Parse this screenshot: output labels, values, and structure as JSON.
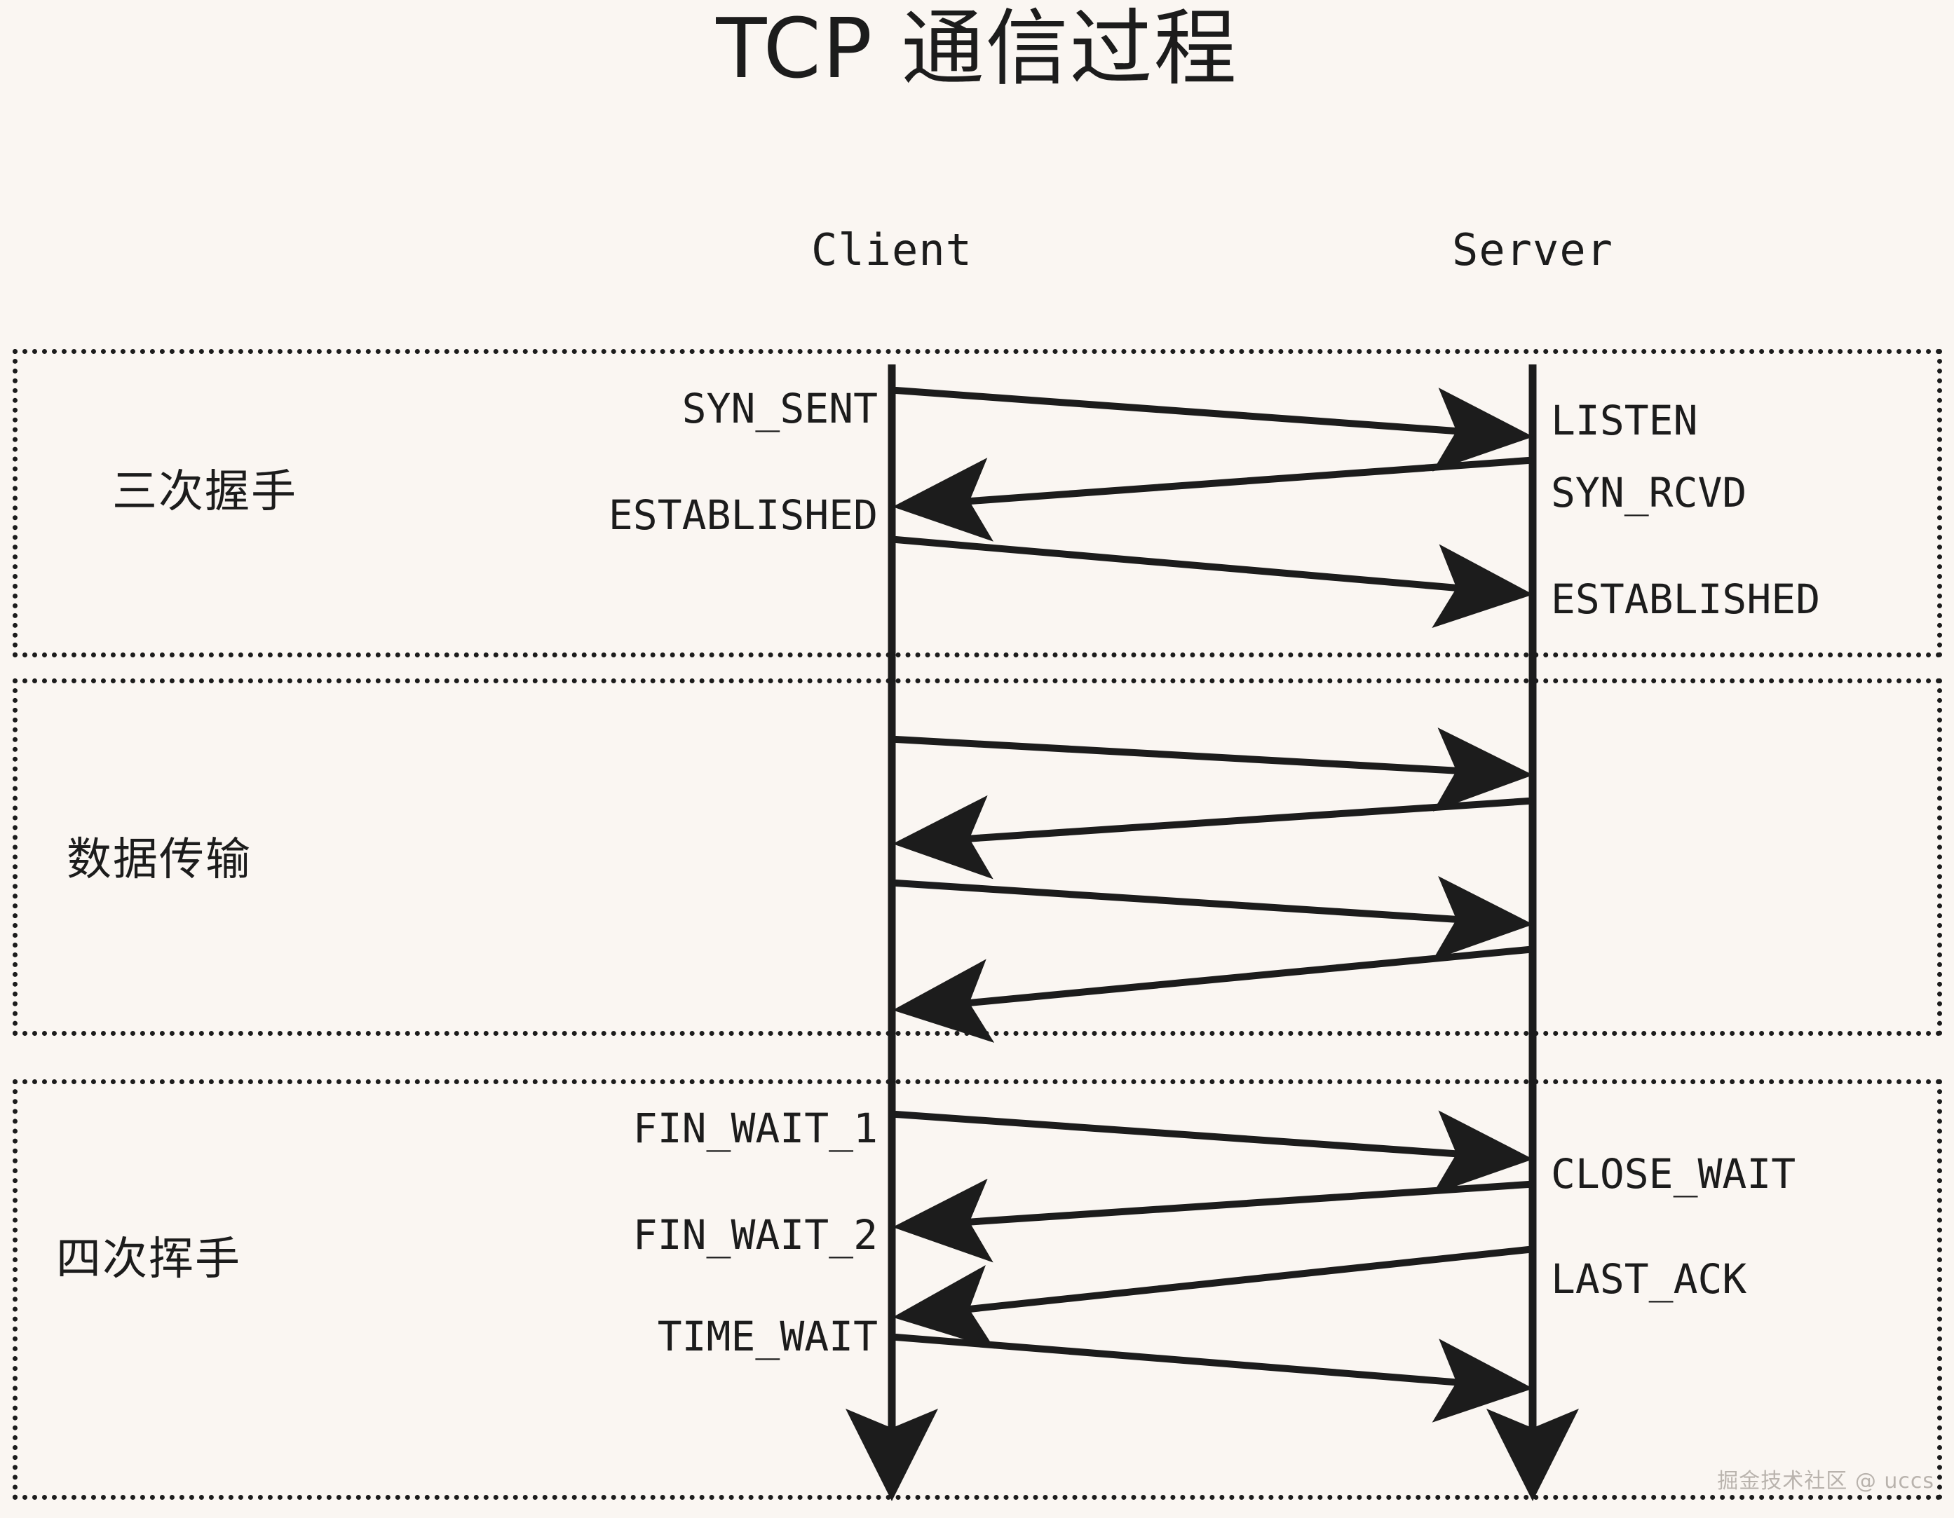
{
  "page": {
    "title": "TCP 通信过程",
    "background_color": "#FAF6F2",
    "ink_color": "#1c1c1c",
    "watermark": "掘金技术社区 @ uccs"
  },
  "columns": {
    "client": "Client",
    "server": "Server"
  },
  "sections": [
    {
      "id": "handshake",
      "label": "三次握手",
      "client_states": [
        "SYN_SENT",
        "ESTABLISHED"
      ],
      "server_states": [
        "LISTEN",
        "SYN_RCVD",
        "ESTABLISHED"
      ],
      "messages": [
        {
          "direction": "right"
        },
        {
          "direction": "left"
        },
        {
          "direction": "right"
        }
      ]
    },
    {
      "id": "transfer",
      "label": "数据传输",
      "client_states": [],
      "server_states": [],
      "messages": [
        {
          "direction": "right"
        },
        {
          "direction": "left"
        },
        {
          "direction": "right"
        },
        {
          "direction": "left"
        }
      ]
    },
    {
      "id": "teardown",
      "label": "四次挥手",
      "client_states": [
        "FIN_WAIT_1",
        "FIN_WAIT_2",
        "TIME_WAIT"
      ],
      "server_states": [
        "CLOSE_WAIT",
        "LAST_ACK"
      ],
      "messages": [
        {
          "direction": "right"
        },
        {
          "direction": "left"
        },
        {
          "direction": "left"
        },
        {
          "direction": "right"
        }
      ]
    }
  ],
  "state_labels": {
    "syn_sent": "SYN_SENT",
    "established_client": "ESTABLISHED",
    "listen": "LISTEN",
    "syn_rcvd": "SYN_RCVD",
    "established_server": "ESTABLISHED",
    "fin_wait_1": "FIN_WAIT_1",
    "fin_wait_2": "FIN_WAIT_2",
    "time_wait": "TIME_WAIT",
    "close_wait": "CLOSE_WAIT",
    "last_ack": "LAST_ACK"
  }
}
